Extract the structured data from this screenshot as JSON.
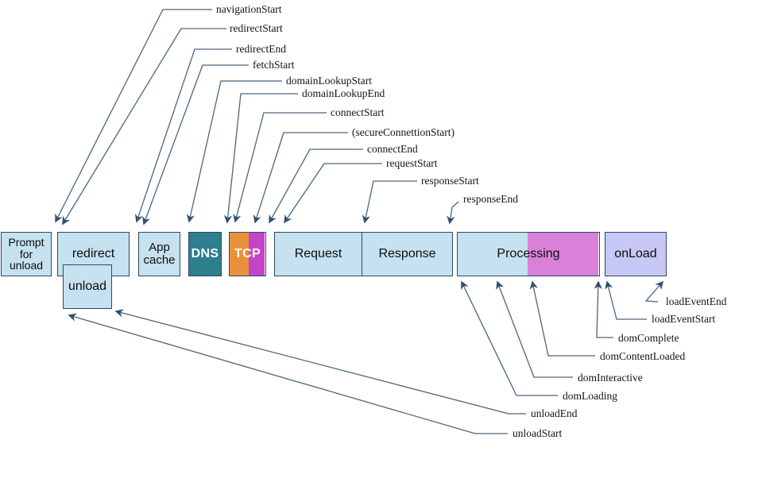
{
  "diagram_name": "Navigation Timing processing model",
  "colors": {
    "light_blue": "#c6e1ef",
    "dns_teal": "#2e7f8e",
    "tcp_orange": "#e8913a",
    "tcp_magenta": "#c444c8",
    "processing_pink": "#d980d9",
    "onload_lavender": "#c7c8f5",
    "border_navy": "#2b4a63",
    "line_slate": "#4b657f"
  },
  "boxes": {
    "prompt": "Prompt for unload",
    "redirect": "redirect",
    "unload": "unload",
    "app_cache": "App cache",
    "dns": "DNS",
    "tcp": "TCP",
    "request": "Request",
    "response": "Response",
    "processing": "Processing",
    "onload": "onLoad"
  },
  "events": {
    "top": [
      "navigationStart",
      "redirectStart",
      "redirectEnd",
      "fetchStart",
      "domainLookupStart",
      "domainLookupEnd",
      "connectStart",
      "(secureConnettionStart)",
      "connectEnd",
      "requestStart",
      "responseStart",
      "responseEnd"
    ],
    "bottom": [
      "loadEventEnd",
      "loadEventStart",
      "domComplete",
      "domContentLoaded",
      "domInteractive",
      "domLoading",
      "unloadEnd",
      "unloadStart"
    ]
  }
}
